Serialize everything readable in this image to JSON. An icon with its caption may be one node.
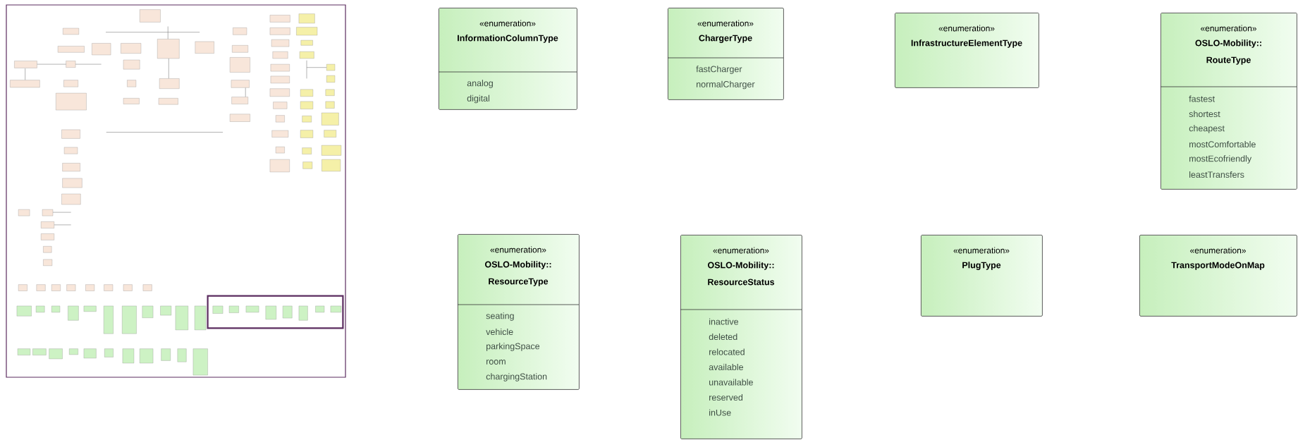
{
  "diagram": {
    "nodes": [
      {
        "text": [
          "«enumeration»",
          "InformationColumnType",
          "analog",
          "digital"
        ]
      },
      {
        "text": [
          "«enumeration»",
          "ChargerType",
          "fastCharger",
          "normalCharger"
        ]
      },
      {
        "text": [
          "«enumeration»",
          "InfrastructureElementType"
        ]
      },
      {
        "text": [
          "«enumeration»",
          "OSLO-Mobility:: RouteType",
          "fastest",
          "shortest",
          "cheapest",
          "mostComfortable",
          "mostEcofriendly",
          "leastTransfers"
        ]
      },
      {
        "text": [
          "«enumeration»",
          "OSLO-Mobility:: ResourceType",
          "seating",
          "vehicle",
          "parkingSpace",
          "room",
          "chargingStation"
        ]
      },
      {
        "text": [
          "«enumeration»",
          "OSLO-Mobility:: ResourceStatus",
          "inactive",
          "deleted",
          "relocated",
          "available",
          "unavailable",
          "reserved",
          "inUse"
        ]
      },
      {
        "text": [
          "«enumeration»",
          "PlugType"
        ]
      },
      {
        "text": [
          "«enumeration»",
          "TransportModeOnMap"
        ]
      }
    ]
  }
}
